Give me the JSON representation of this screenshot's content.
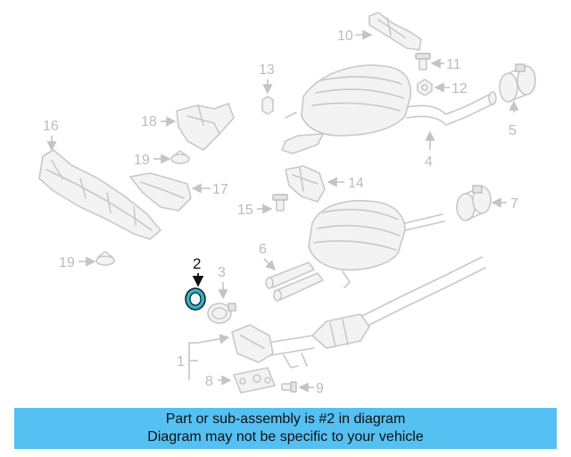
{
  "diagram": {
    "callouts": {
      "c1": "1",
      "c2": "2",
      "c3": "3",
      "c4": "4",
      "c5": "5",
      "c6": "6",
      "c7": "7",
      "c8": "8",
      "c9": "9",
      "c10": "10",
      "c11": "11",
      "c12": "12",
      "c13": "13",
      "c14": "14",
      "c15": "15",
      "c16": "16",
      "c17": "17",
      "c18": "18",
      "c19a": "19",
      "c19b": "19"
    },
    "highlighted_part": "2",
    "highlight_color": "#2bb7c9",
    "part_outline_color": "#c8c8c8"
  },
  "banner": {
    "line1": "Part or sub-assembly is #2 in diagram",
    "line2": "Diagram may not be specific to your vehicle",
    "background": "#55c0f2"
  }
}
